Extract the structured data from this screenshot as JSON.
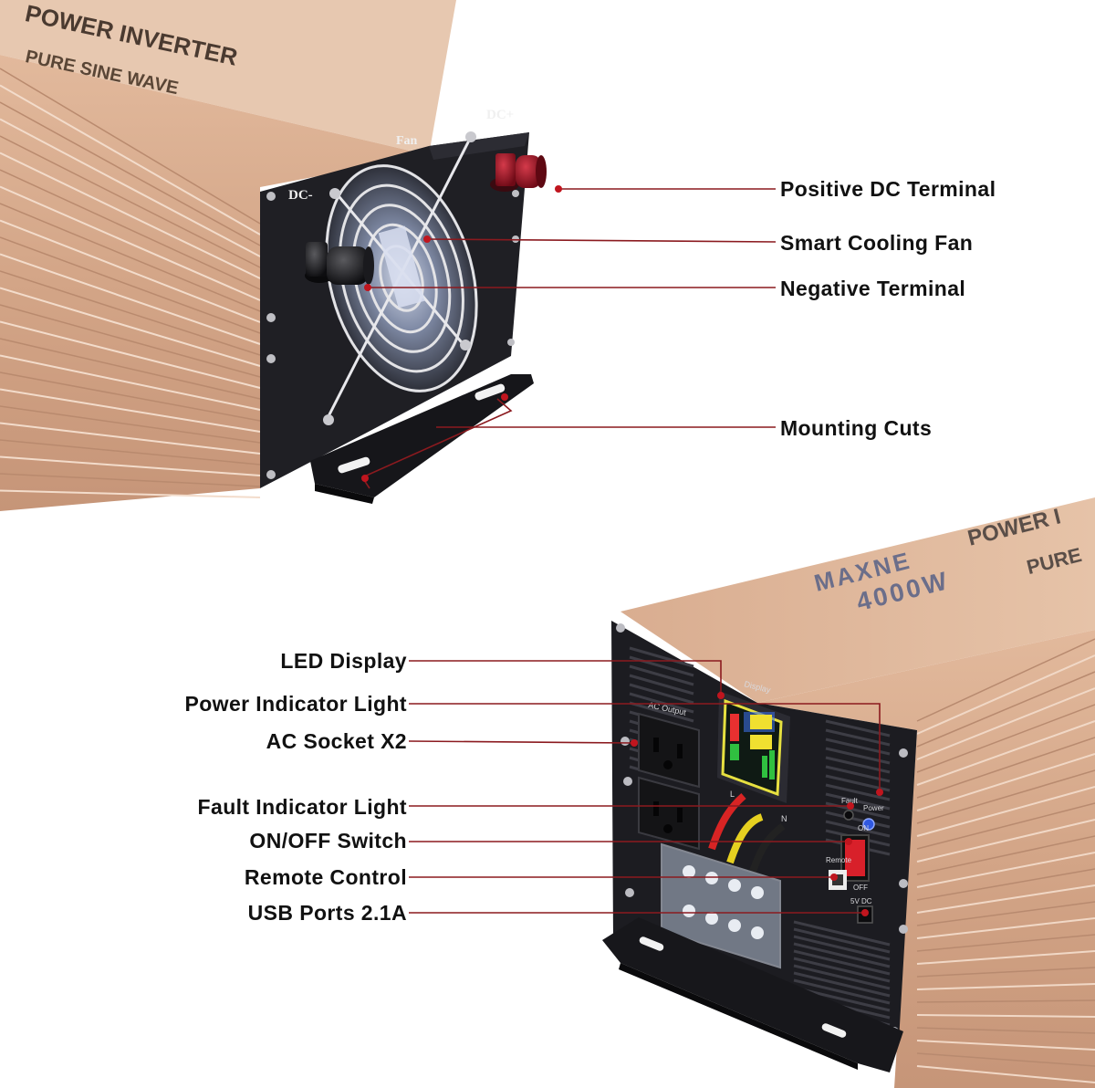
{
  "colors": {
    "background": "#ffffff",
    "housing": "#d6a98b",
    "housing_dark": "#b8876a",
    "panel": "#1e1e22",
    "callout_line": "#8b1a1f",
    "callout_dot": "#c0151e",
    "label_text": "#111111",
    "terminal_red": "#8e1020",
    "switch_red": "#d8202a"
  },
  "top_unit": {
    "housing_print": {
      "line1": "POWER INVERTER",
      "line2": "PURE SINE WAVE"
    },
    "panel_marks": {
      "dc_plus": "DC+",
      "dc_minus": "DC-",
      "fan": "Fan"
    },
    "callouts": [
      {
        "id": "positive-dc-terminal",
        "label": "Positive DC Terminal"
      },
      {
        "id": "smart-cooling-fan",
        "label": "Smart Cooling Fan"
      },
      {
        "id": "negative-terminal",
        "label": "Negative Terminal"
      },
      {
        "id": "mounting-cuts",
        "label": "Mounting Cuts"
      }
    ]
  },
  "bottom_unit": {
    "brand": "MAXNE",
    "wattage": "4000W",
    "housing_print": {
      "line1": "POWER I",
      "line2": "PURE"
    },
    "panel_marks": {
      "display": "Display",
      "ac_output": "AC Output",
      "fault": "Fault",
      "power": "Power",
      "remote": "Remote",
      "on": "ON",
      "off": "OFF",
      "usb": "5V DC",
      "l": "L",
      "n": "N"
    },
    "callouts": [
      {
        "id": "led-display",
        "label": "LED Display"
      },
      {
        "id": "power-indicator-light",
        "label": "Power Indicator Light"
      },
      {
        "id": "ac-socket-x2",
        "label": "AC Socket X2"
      },
      {
        "id": "fault-indicator-light",
        "label": "Fault Indicator Light"
      },
      {
        "id": "on-off-switch",
        "label": "ON/OFF Switch"
      },
      {
        "id": "remote-control",
        "label": "Remote Control"
      },
      {
        "id": "usb-ports",
        "label": "USB Ports 2.1A"
      }
    ]
  }
}
